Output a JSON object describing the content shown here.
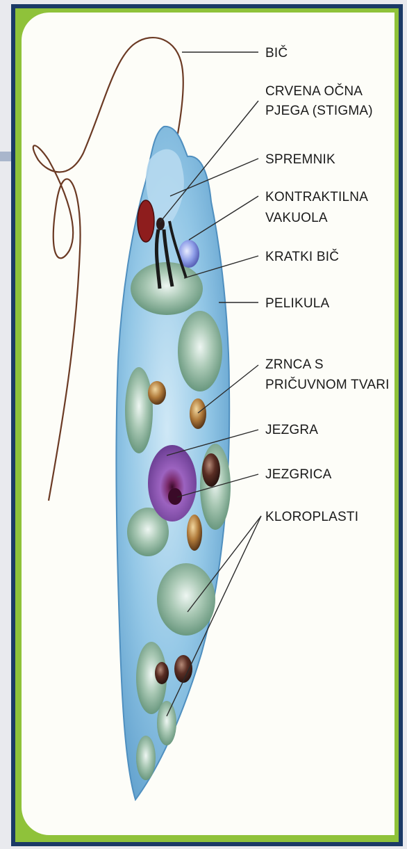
{
  "labels": {
    "bic": "BIČ",
    "stigma_line1": "CRVENA OČNA",
    "stigma_line2": "PJEGA (STIGMA)",
    "spremnik": "SPREMNIK",
    "vakuola_line1": "KONTRAKTILNA",
    "vakuola_line2": "VAKUOLA",
    "kratki_bic": "KRATKI BIČ",
    "pelikula": "PELIKULA",
    "zrnca_line1": "ZRNCA S",
    "zrnca_line2": "PRIČUVNOM TVARI",
    "jezgra": "JEZGRA",
    "jezgrica": "JEZGRICA",
    "kloroplasti": "KLOROPLASTI"
  },
  "colors": {
    "frame_border": "#1b3a66",
    "frame_green": "#8fc23a",
    "cell_body": "#8fc6e6",
    "chloroplast": "#6f9f86",
    "nucleus": "#8a4fa8",
    "flagellum": "#6b3a24",
    "stigma": "#8e1d1d"
  }
}
